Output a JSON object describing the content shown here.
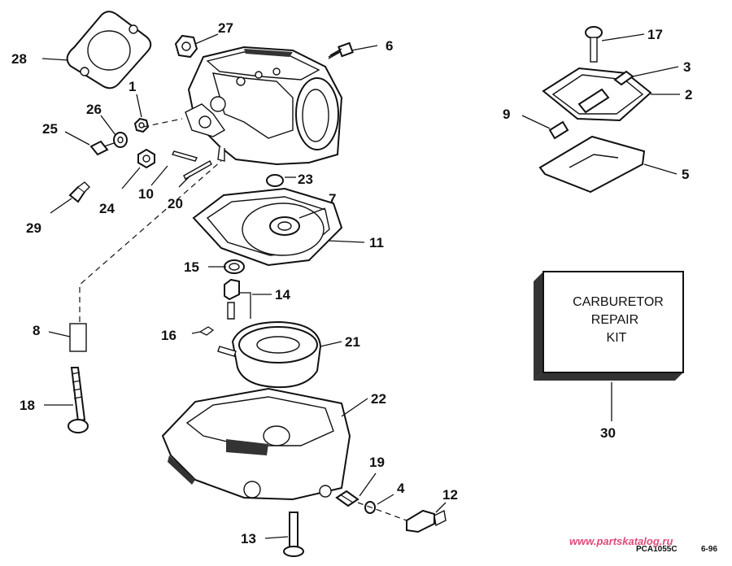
{
  "callouts": [
    "1",
    "2",
    "3",
    "4",
    "5",
    "6",
    "7",
    "8",
    "9",
    "10",
    "11",
    "12",
    "13",
    "14",
    "15",
    "16",
    "17",
    "18",
    "19",
    "20",
    "21",
    "22",
    "23",
    "24",
    "25",
    "26",
    "27",
    "28",
    "29",
    "30"
  ],
  "kit": {
    "line1": "CARBURETOR",
    "line2": "REPAIR",
    "line3": "KIT"
  },
  "footer": {
    "code": "PCA1055C",
    "date": "6-96"
  },
  "watermark": "www.partskatalog.ru"
}
